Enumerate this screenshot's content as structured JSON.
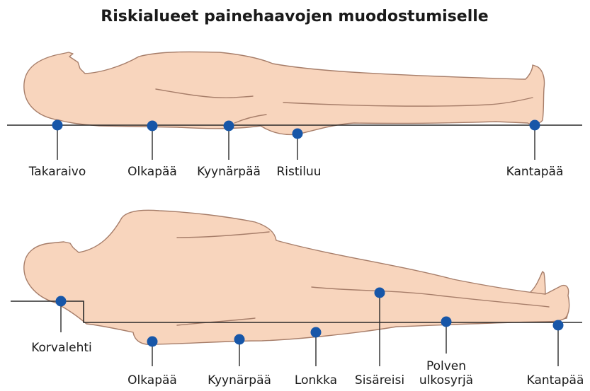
{
  "title": "Riskialueet painehaavojen muodostumiselle",
  "colors": {
    "skin": "#f8d5bd",
    "outline": "#a77e6a",
    "marker": "#1756a8",
    "surface": "#2a2a2a"
  },
  "supine": {
    "points": [
      {
        "id": "takaraivo",
        "label": "Takaraivo"
      },
      {
        "id": "olkapaa",
        "label": "Olkapää"
      },
      {
        "id": "kyynarpaa",
        "label": "Kyynärpää"
      },
      {
        "id": "ristiluu",
        "label": "Ristiluu"
      },
      {
        "id": "kantapaa",
        "label": "Kantapää"
      }
    ]
  },
  "lateral": {
    "points": [
      {
        "id": "korvalehti",
        "label": "Korvalehti"
      },
      {
        "id": "olkapaa",
        "label": "Olkapää"
      },
      {
        "id": "kyynarpaa",
        "label": "Kyynärpää"
      },
      {
        "id": "lonkka",
        "label": "Lonkka"
      },
      {
        "id": "sisareisi",
        "label": "Sisäreisi"
      },
      {
        "id": "polven-ulkosyrja",
        "label": [
          "Polven",
          "ulkosyrjä"
        ]
      },
      {
        "id": "kantapaa",
        "label": "Kantapää"
      }
    ]
  }
}
